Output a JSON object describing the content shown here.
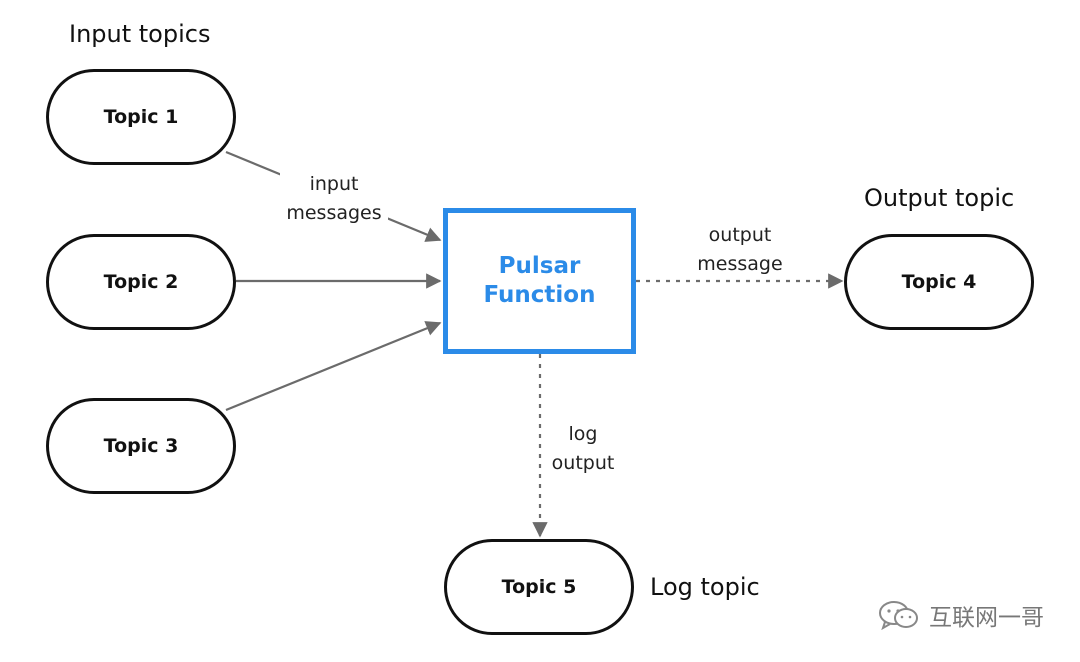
{
  "headings": {
    "input": "Input topics",
    "output": "Output topic",
    "log": "Log topic"
  },
  "topics": {
    "t1": "Topic 1",
    "t2": "Topic 2",
    "t3": "Topic 3",
    "t4": "Topic 4",
    "t5": "Topic 5"
  },
  "function": {
    "line1": "Pulsar",
    "line2": "Function"
  },
  "edges": {
    "input_messages": [
      "input",
      "messages"
    ],
    "output_message": [
      "output",
      "message"
    ],
    "log_output": [
      "log",
      "output"
    ]
  },
  "colors": {
    "function_border": "#2b8be8",
    "arrow": "#6b6b6b"
  },
  "watermark": {
    "icon": "wechat-icon",
    "text": "互联网一哥"
  }
}
